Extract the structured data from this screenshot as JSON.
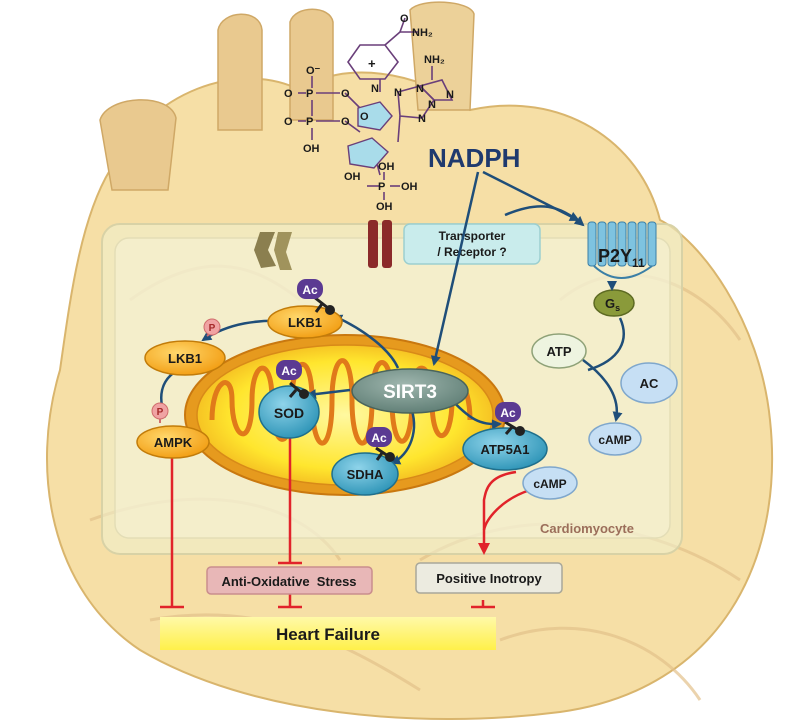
{
  "molecule": {
    "o_minus": "O⁻",
    "amide_nh2": "NH₂",
    "o_top": "O",
    "adenine_nh2": "NH₂",
    "p1": "P",
    "p2": "P",
    "p3": "P",
    "o1": "O",
    "o2": "O",
    "o3": "O",
    "o4": "O",
    "oh1": "OH",
    "oh2": "OH",
    "oh3": "OH",
    "oh4": "OH",
    "oh5": "OH",
    "n_plus": "N",
    "plus": "+",
    "n1": "N",
    "n2": "N",
    "n3": "N",
    "n4": "N",
    "n5": "N"
  },
  "nodes": {
    "nadph": "NADPH",
    "transporter_line1": "Transporter",
    "transporter_line2": "/ Receptor ?",
    "p2y": "P2Y",
    "p2y_sub": "11",
    "gs": "G",
    "gs_sub": "s",
    "lkb1_top": "LKB1",
    "lkb1_left": "LKB1",
    "ampk": "AMPK",
    "sirt3": "SIRT3",
    "sod": "SOD",
    "sdha": "SDHA",
    "atp5a1": "ATP5A1",
    "atp": "ATP",
    "ac": "AC",
    "camp_upper": "cAMP",
    "camp_lower": "cAMP",
    "ac_mark": "Ac",
    "p_mark": "P"
  },
  "labels": {
    "cardiomyocyte": "Cardiomyocyte",
    "anti_oxidative": "Anti-Oxidative  Stress",
    "positive_inotropy": "Positive Inotropy",
    "heart_failure": "Heart Failure"
  },
  "colors": {
    "heart": "#f6dfa6",
    "heart_outline": "#d9b56d",
    "cell_fill": "#eef0cf",
    "mito_outer": "#e69a1e",
    "mito_inner": "#ffee3c",
    "enzyme": "#39a6c6",
    "lkb1": "#f7a91c",
    "sirt3": "#6f8e86",
    "inhibit": "#e1232a",
    "activate": "#1f4e79",
    "heart_failure_bar": "#fff34a",
    "nadph_text": "#1f3a6e"
  },
  "icons": {
    "acetyl_marker": "acetyl-lysine-marker-icon",
    "phospho_marker": "phosphate-marker-icon",
    "ion_channel": "ion-channel-icon",
    "gpcr": "receptor-helix-icon"
  }
}
